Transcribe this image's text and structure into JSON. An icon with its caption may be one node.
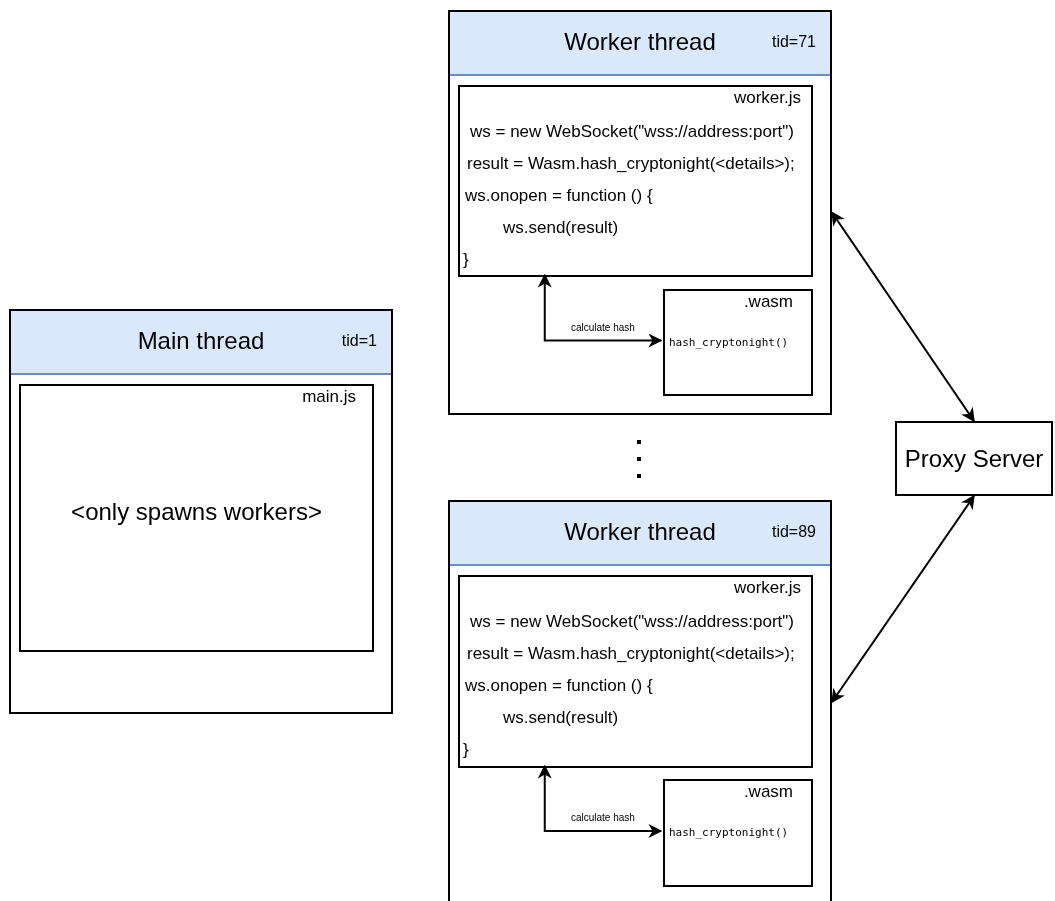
{
  "diagram": {
    "nodes": [
      {
        "text": [
          "Main thread",
          "tid=1"
        ]
      },
      {
        "text": [
          "main.js",
          "<only spawns workers>"
        ],
        "in": 0
      },
      {
        "text": [
          "Worker thread",
          "tid=71"
        ]
      },
      {
        "text": [
          "worker.js",
          "ws = new WebSocket(\"wss://address:port\")",
          "result = Wasm.hash_cryptonight(<details>);",
          "ws.onopen = function () {",
          "ws.send(result)",
          "}"
        ],
        "in": 2
      },
      {
        "text": [
          ".wasm",
          "hash_cryptonight()"
        ],
        "in": 2
      },
      {
        "text": [
          "Worker thread",
          "tid=89"
        ]
      },
      {
        "text": [
          "worker.js",
          "ws = new WebSocket(\"wss://address:port\")",
          "result = Wasm.hash_cryptonight(<details>);",
          "ws.onopen = function () {",
          "ws.send(result)",
          "}"
        ],
        "in": 5
      },
      {
        "text": [
          ".wasm",
          "hash_cryptonight()"
        ],
        "in": 5
      },
      {
        "text": [
          "Proxy Server"
        ]
      }
    ],
    "edges": [
      {
        "from": 3,
        "to": 4,
        "arrow": "both",
        "label": "calculate hash"
      },
      {
        "from": 2,
        "to": 8,
        "arrow": "both"
      },
      {
        "from": 5,
        "to": 8,
        "arrow": "both"
      },
      {
        "from": 6,
        "to": 7,
        "arrow": "both",
        "label": "calculate hash"
      }
    ]
  }
}
